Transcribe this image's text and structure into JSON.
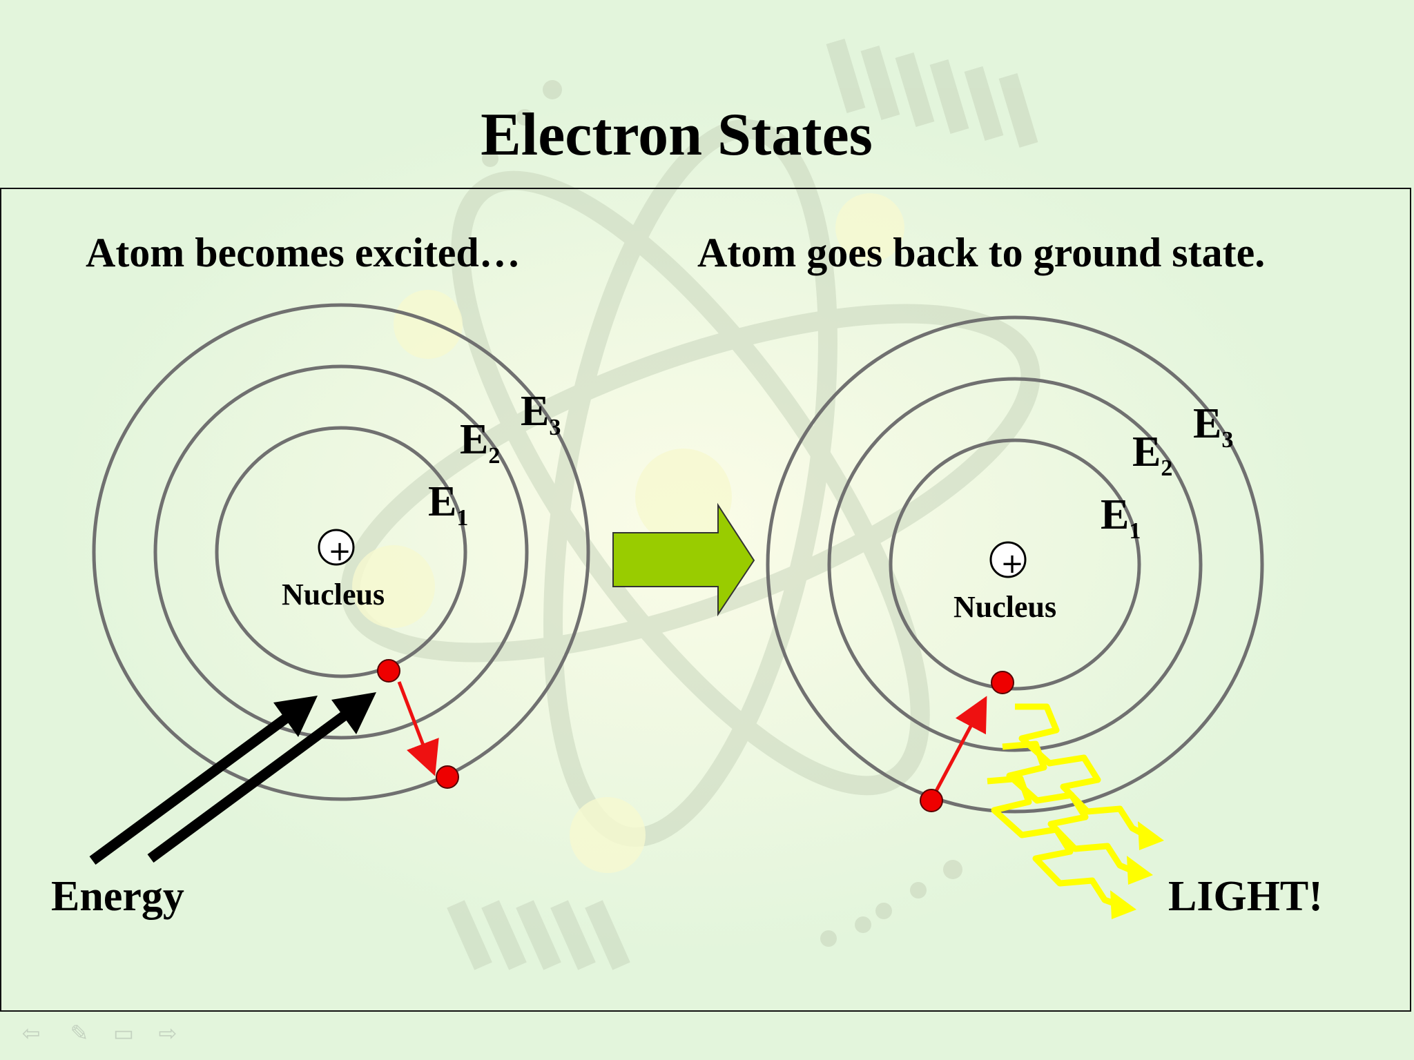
{
  "slide": {
    "title": "Electron States",
    "left_heading": "Atom becomes excited…",
    "right_heading": "Atom goes back to ground state.",
    "energy_label": "Energy",
    "light_label": "LIGHT!"
  },
  "left_atom": {
    "nucleus_symbol": "+",
    "nucleus_label": "Nucleus",
    "levels": [
      {
        "letter": "E",
        "subscript": "1"
      },
      {
        "letter": "E",
        "subscript": "2"
      },
      {
        "letter": "E",
        "subscript": "3"
      }
    ]
  },
  "right_atom": {
    "nucleus_symbol": "+",
    "nucleus_label": "Nucleus",
    "levels": [
      {
        "letter": "E",
        "subscript": "1"
      },
      {
        "letter": "E",
        "subscript": "2"
      },
      {
        "letter": "E",
        "subscript": "3"
      }
    ]
  },
  "nav": {
    "prev_icon": "⇦",
    "pen_icon": "✎",
    "menu_icon": "▭",
    "next_icon": "⇨"
  },
  "colors": {
    "background": "#e3f5dc",
    "orbit": "#707070",
    "electron": "#ee0000",
    "transition_arrow": "#ee1111",
    "energy_arrow": "#000000",
    "light_wave": "#ffff00",
    "process_arrow": "#99cc00"
  }
}
